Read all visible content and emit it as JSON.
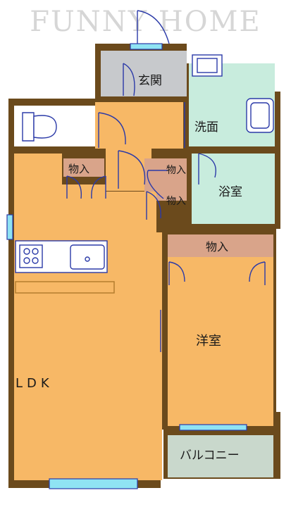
{
  "watermark": "FUNNY HOME",
  "rooms": {
    "entrance": "玄関",
    "washroom": "洗面",
    "bathroom": "浴室",
    "storage_a": "物入",
    "storage_b": "物入",
    "storage_c": "物入",
    "storage_d": "物入",
    "western_room": "洋室",
    "ldk": "LDK",
    "balcony": "バルコニー"
  },
  "colors": {
    "wall": "#6b4a1c",
    "ldk_floor": "#f7b866",
    "hall_floor": "#f7b866",
    "western_floor": "#f7b866",
    "storage_floor": "#d9a48a",
    "wet_area": "#c8ecdd",
    "entrance_floor": "#c7c9cc",
    "balcony_floor": "#c9d8cc",
    "window": "#8fe3f3",
    "door_line": "#2b3aa8"
  }
}
